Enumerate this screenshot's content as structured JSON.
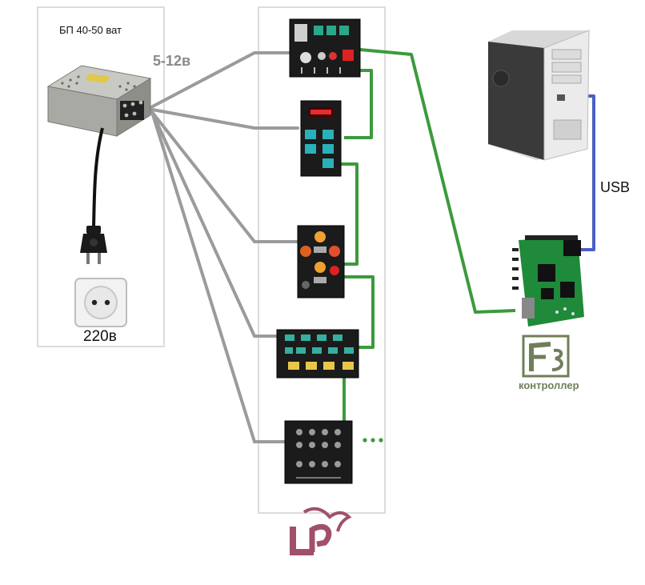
{
  "labels": {
    "psu_title": "БП 40-50 ват",
    "voltage": "5-12в",
    "mains": "220в",
    "usb": "USB",
    "controller": "контроллер"
  },
  "colors": {
    "power_wire": "#9b9b9b",
    "data_wire": "#3c9a3c",
    "usb_wire": "#4a5fc4",
    "frame": "#dcdcdc",
    "panel": "#1b1b1b",
    "pcb": "#1e8a3a",
    "logo": "#a0506a",
    "controller_logo": "#6f7f5a"
  },
  "icons": {
    "power_supply": "power-supply-icon",
    "power_plug": "power-plug-icon",
    "wall_socket": "wall-socket-icon",
    "pc_tower": "pc-tower-icon",
    "controller_board": "controller-board-icon",
    "controller_logo": "f3-logo-icon",
    "brand_logo": "lp-logo-icon",
    "more_panels": "ellipsis-icon"
  }
}
